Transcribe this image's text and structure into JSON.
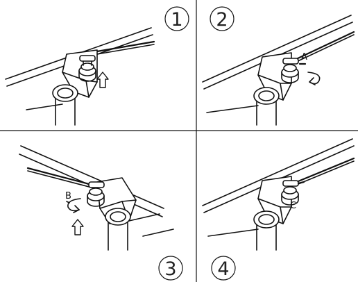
{
  "panels": [
    {
      "number": "1",
      "callout": "",
      "arrow": "push-up"
    },
    {
      "number": "2",
      "callout": "A",
      "arrow": "rotate"
    },
    {
      "number": "3",
      "callout": "B",
      "arrow": "rotate-and-push-up"
    },
    {
      "number": "4",
      "callout": "C",
      "arrow": ""
    }
  ]
}
